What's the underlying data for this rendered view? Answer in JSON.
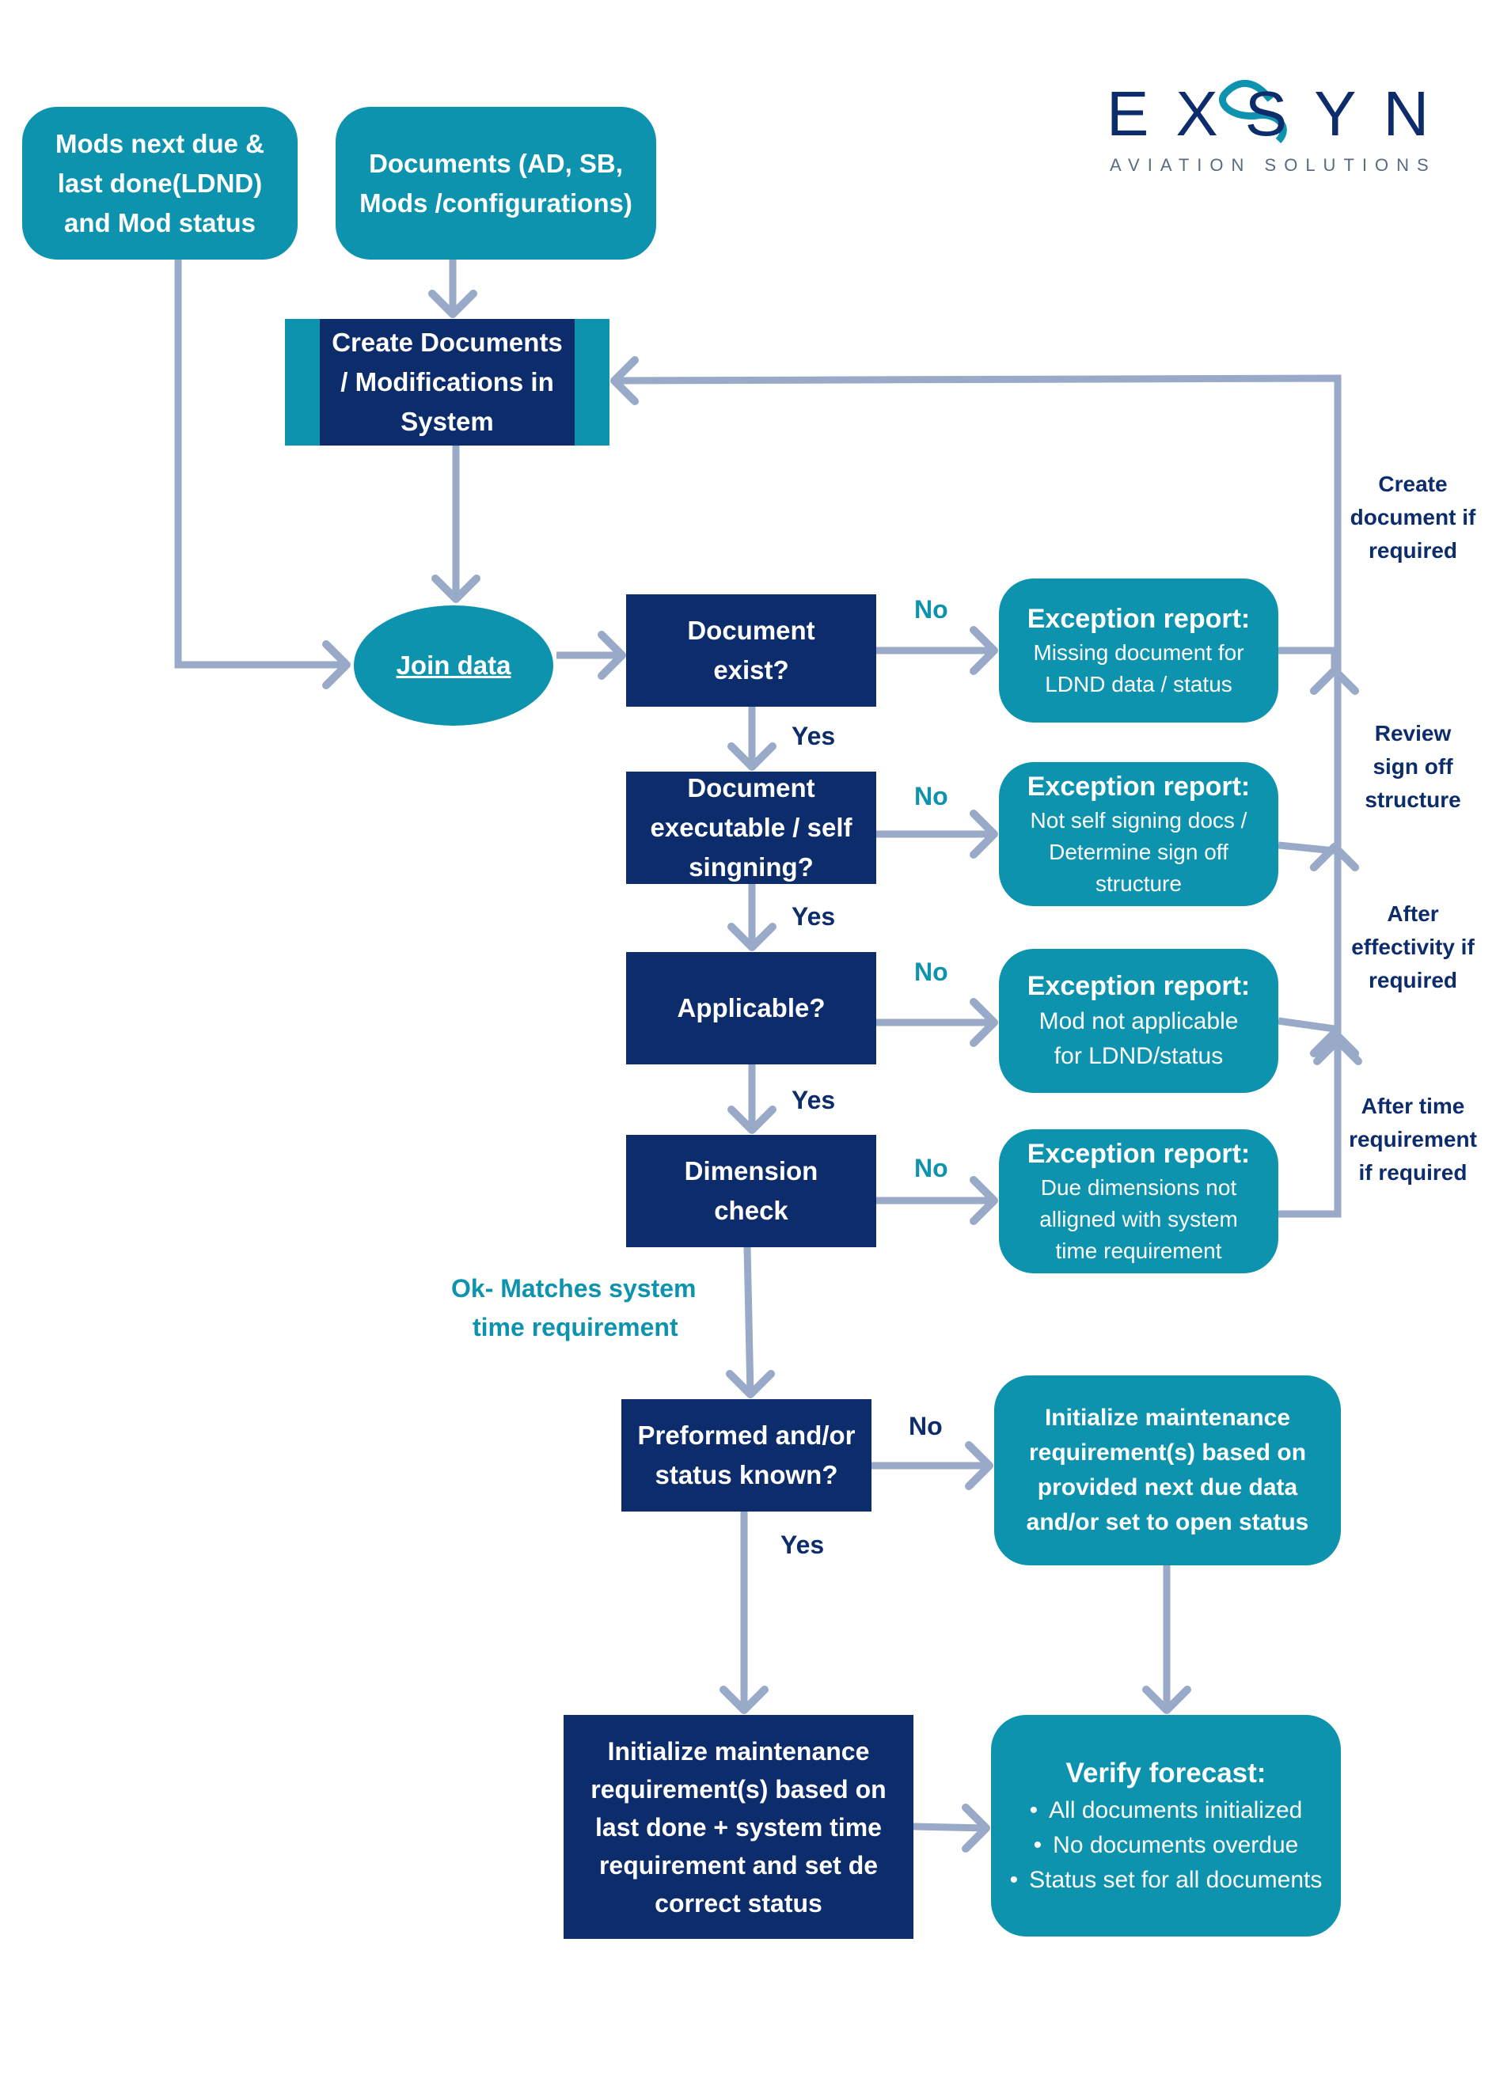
{
  "logo": {
    "brand": "EXSYN",
    "tagline": "AVIATION SOLUTIONS"
  },
  "colors": {
    "teal": "#0d93ad",
    "navy": "#0d2c6b",
    "arrow": "#98aac7"
  },
  "nodes": {
    "mods_input": [
      "Mods next due &",
      "last done(LDND)",
      "and Mod status"
    ],
    "documents_input": [
      "Documents (AD, SB,",
      "Mods /configurations)"
    ],
    "create_docs": [
      "Create Documents",
      "/ Modifications in",
      "System"
    ],
    "join_data": "Join data",
    "doc_exist": [
      "Document",
      "exist?"
    ],
    "doc_exec": [
      "Document",
      "executable / self",
      "singning?"
    ],
    "applicable": "Applicable?",
    "dimension": [
      "Dimension",
      "check"
    ],
    "performed": [
      "Preformed and/or",
      "status known?"
    ],
    "init_open": [
      "Initialize maintenance",
      "requirement(s) based on",
      "provided next due data",
      "and/or set to open status"
    ],
    "init_last": [
      "Initialize maintenance",
      "requirement(s) based on",
      "last done + system time",
      "requirement and set de",
      "correct status"
    ]
  },
  "exceptions": [
    {
      "title": "Exception report:",
      "lines": [
        "Missing document for",
        "LDND data / status"
      ]
    },
    {
      "title": "Exception report:",
      "lines": [
        "Not self signing docs /",
        "Determine sign off",
        "structure"
      ]
    },
    {
      "title": "Exception report:",
      "lines": [
        "Mod not applicable",
        "for LDND/status"
      ]
    },
    {
      "title": "Exception report:",
      "lines": [
        "Due dimensions not",
        "alligned with system",
        "time requirement"
      ]
    }
  ],
  "verify": {
    "title": "Verify forecast:",
    "items": [
      "All documents initialized",
      "No documents overdue",
      "Status set for all documents"
    ]
  },
  "edge_labels": {
    "no": "No",
    "yes": "Yes",
    "ok_match": [
      "Ok- Matches system",
      "time requirement"
    ]
  },
  "side_labels": [
    [
      "Create",
      "document if",
      "required"
    ],
    [
      "Review",
      "sign off",
      "structure"
    ],
    [
      "After",
      "effectivity if",
      "required"
    ],
    [
      "After time",
      "requirement",
      "if required"
    ]
  ]
}
